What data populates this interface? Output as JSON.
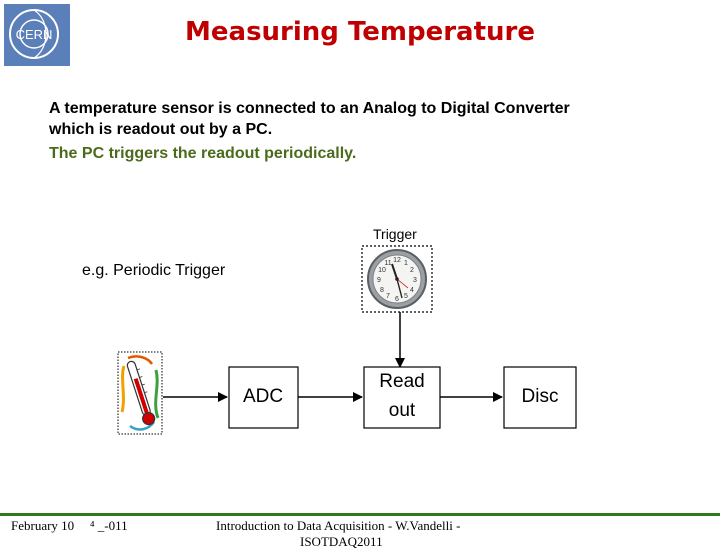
{
  "logo": {
    "text": "CERN",
    "color": "#5b7fb8"
  },
  "title": "Measuring Temperature",
  "body": {
    "line1": "A temperature sensor is connected to an Analog to Digital Converter",
    "line2": "which is readout out by a PC.",
    "line3": "The PC triggers the readout periodically."
  },
  "diagram": {
    "trigger_label": "Trigger",
    "periodic_label": "e.g. Periodic Trigger",
    "adc_label": "ADC",
    "readout_label_1": "Read",
    "readout_label_2": "out",
    "disc_label": "Disc"
  },
  "footer": {
    "date": "February 10",
    "number": "⁴ _‐011",
    "text_1": "Introduction to Data Acquisition - W.Vandelli -",
    "text_2": "ISOTDAQ2011"
  },
  "colors": {
    "title": "#c00000",
    "body_green": "#4a6b1c",
    "footer_line": "#2f7a1f"
  }
}
